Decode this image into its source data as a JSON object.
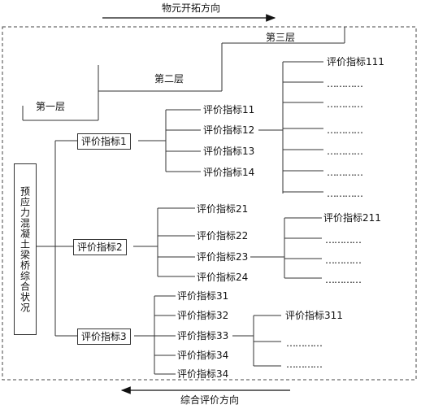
{
  "top_arrow_label": "物元开拓方向",
  "bottom_arrow_label": "综合评价方向",
  "layers": {
    "layer1": "第一层",
    "layer2": "第二层",
    "layer3": "第三层"
  },
  "root": "预应力混凝土梁桥综合状况",
  "level1": [
    "评价指标1",
    "评价指标2",
    "评价指标3"
  ],
  "group1": [
    "评价指标11",
    "评价指标12",
    "评价指标13",
    "评价指标14"
  ],
  "group2": [
    "评价指标21",
    "评价指标22",
    "评价指标23",
    "评价指标24"
  ],
  "group3": [
    "评价指标31",
    "评价指标32",
    "评价指标33",
    "评价指标34",
    "评价指标34"
  ],
  "leaf_111": "评价指标111",
  "leaf_211": "评价指标211",
  "leaf_311": "评价指标311",
  "ellipsis": "…………"
}
